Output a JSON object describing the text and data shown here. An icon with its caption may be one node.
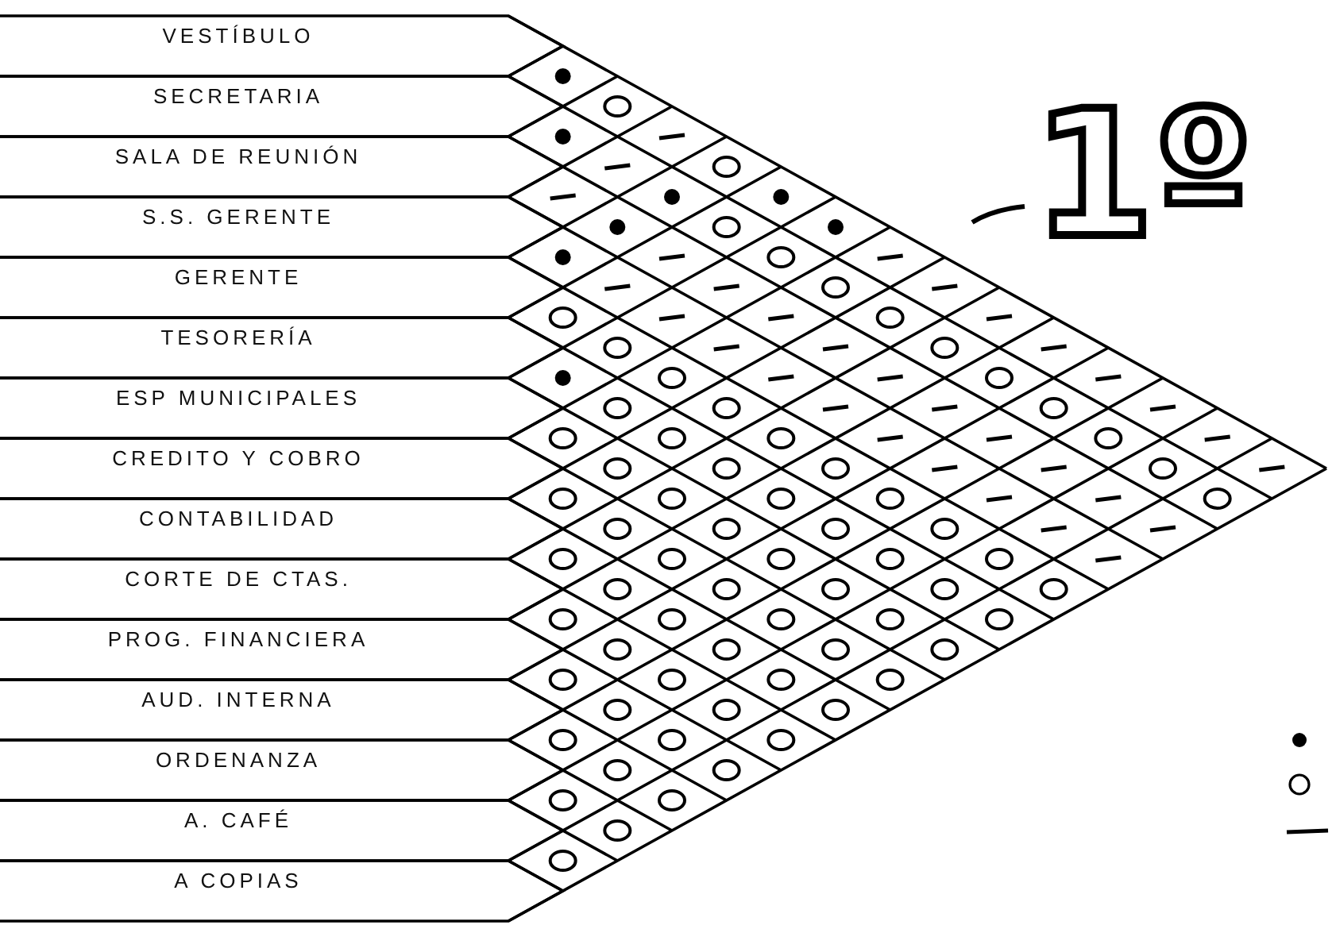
{
  "diagram": {
    "nodes": [
      {
        "text": [
          "VESTÍBULO"
        ]
      },
      {
        "text": [
          "SECRETARIA"
        ]
      },
      {
        "text": [
          "SALA DE REUNIÓN"
        ]
      },
      {
        "text": [
          "S.S. GERENTE"
        ]
      },
      {
        "text": [
          "GERENTE"
        ]
      },
      {
        "text": [
          "TESORERÍA"
        ]
      },
      {
        "text": [
          "ESP MUNICIPALES"
        ]
      },
      {
        "text": [
          "CREDITO Y COBRO"
        ]
      },
      {
        "text": [
          "CONTABILIDAD"
        ]
      },
      {
        "text": [
          "CORTE DE CTAS."
        ]
      },
      {
        "text": [
          "PROG. FINANCIERA"
        ]
      },
      {
        "text": [
          "AUD. INTERNA"
        ]
      },
      {
        "text": [
          "ORDENANZA"
        ]
      },
      {
        "text": [
          "A. CAFÉ"
        ]
      },
      {
        "text": [
          "A COPIAS"
        ]
      }
    ],
    "labels": [
      "1º"
    ]
  }
}
